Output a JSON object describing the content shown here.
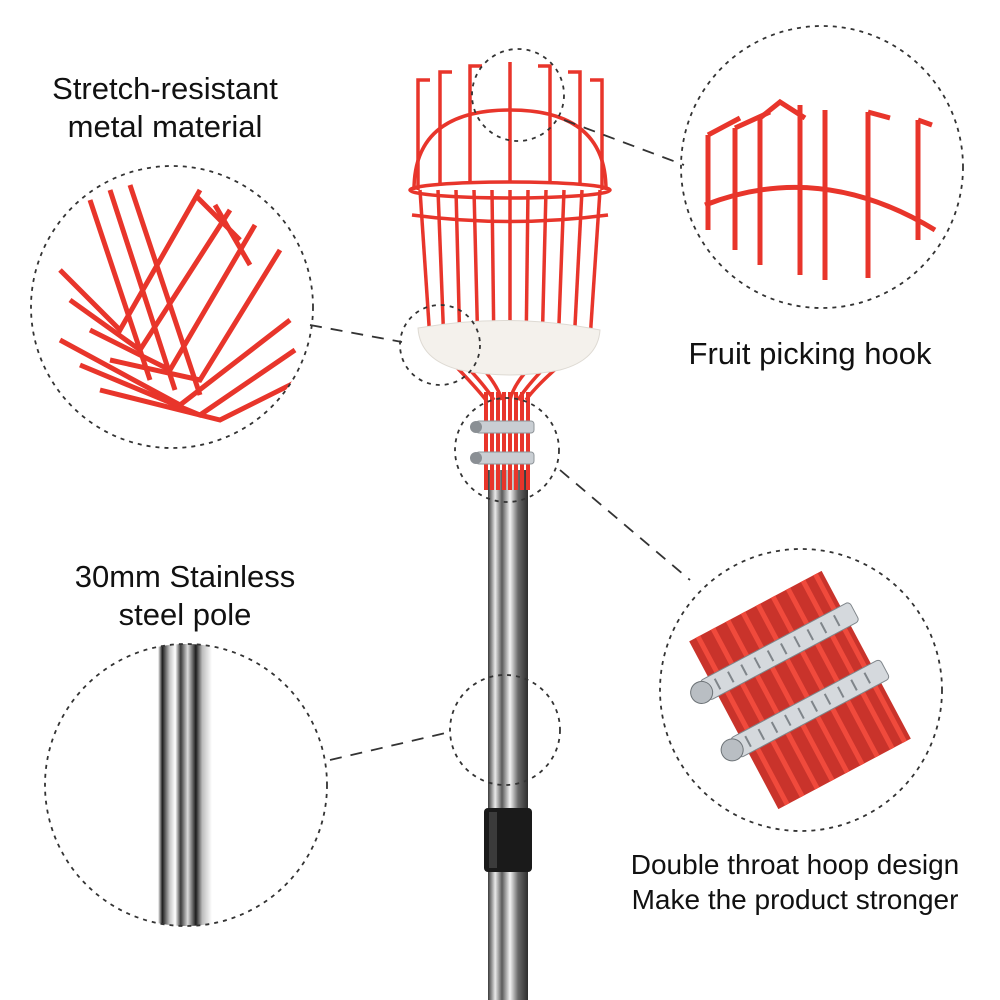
{
  "captions": {
    "material_line1": "Stretch-resistant",
    "material_line2": "metal material",
    "hook": "Fruit picking hook",
    "pole_line1": "30mm Stainless",
    "pole_line2": "steel pole",
    "hoop_line1": "Double throat hoop design",
    "hoop_line2": "Make the product stronger"
  },
  "colors": {
    "wire_red": "#e8352b",
    "pad_white": "#f4f1ec",
    "pole_steel": "#9a9a9a",
    "grip_black": "#1a1a1a",
    "clamp_silver": "#c9ced3"
  }
}
